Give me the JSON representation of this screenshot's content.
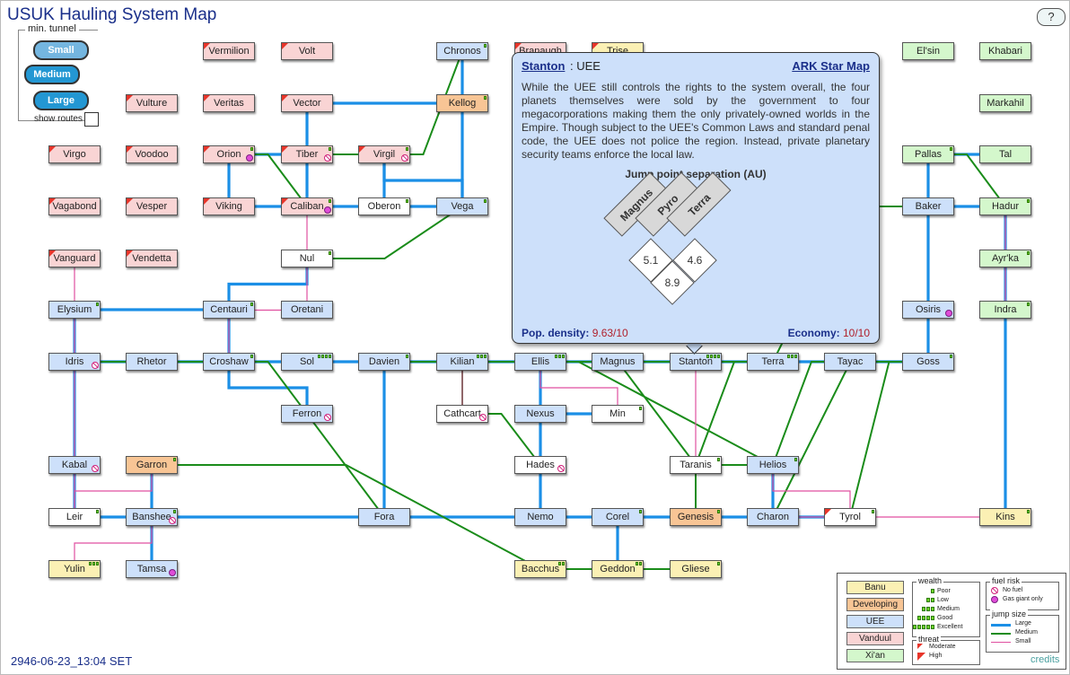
{
  "title": "USUK Hauling System Map",
  "help_label": "?",
  "tunnel": {
    "label": "min. tunnel",
    "buttons": [
      {
        "label": "Small"
      },
      {
        "label": "Medium"
      },
      {
        "label": "Large"
      }
    ],
    "show_routes": "show routes"
  },
  "date": "2946-06-23_13:04 SET",
  "credits": "credits",
  "colors": {
    "banu": "#fbf0b4",
    "developing": "#f8c595",
    "uee": "#cde0fa",
    "vanduul": "#f9d4d4",
    "xian": "#d4f7cc",
    "none": "#ffffff",
    "large": "#1b8fe6",
    "medium": "#1a8c1a",
    "small": "#e04fa0"
  },
  "systems": [
    {
      "id": "vermilion",
      "name": "Vermilion",
      "f": "vanduul",
      "t": 1
    },
    {
      "id": "volt",
      "name": "Volt",
      "f": "vanduul",
      "t": 1
    },
    {
      "id": "chronos",
      "name": "Chronos",
      "f": "uee",
      "w": 1
    },
    {
      "id": "branaugh",
      "name": "Branaugh",
      "f": "vanduul",
      "t": 1
    },
    {
      "id": "trise",
      "name": "Trise",
      "f": "banu",
      "t": 1
    },
    {
      "id": "elsin",
      "name": "El'sin",
      "f": "xian"
    },
    {
      "id": "khabari",
      "name": "Khabari",
      "f": "xian"
    },
    {
      "id": "vulture",
      "name": "Vulture",
      "f": "vanduul",
      "t": 1
    },
    {
      "id": "veritas",
      "name": "Veritas",
      "f": "vanduul",
      "t": 1
    },
    {
      "id": "vector",
      "name": "Vector",
      "f": "vanduul",
      "t": 1
    },
    {
      "id": "kellog",
      "name": "Kellog",
      "f": "developing",
      "w": 1
    },
    {
      "id": "markahil",
      "name": "Markahil",
      "f": "xian"
    },
    {
      "id": "virgo",
      "name": "Virgo",
      "f": "vanduul",
      "t": 1
    },
    {
      "id": "voodoo",
      "name": "Voodoo",
      "f": "vanduul",
      "t": 1
    },
    {
      "id": "orion",
      "name": "Orion",
      "f": "vanduul",
      "t": 1,
      "w": 1,
      "fuel": "gas"
    },
    {
      "id": "tiber",
      "name": "Tiber",
      "f": "vanduul",
      "t": 1,
      "w": 1,
      "fuel": "none"
    },
    {
      "id": "virgil",
      "name": "Virgil",
      "f": "vanduul",
      "t": 1,
      "w": 1,
      "fuel": "none"
    },
    {
      "id": "pallas",
      "name": "Pallas",
      "f": "xian",
      "w": 1
    },
    {
      "id": "tal",
      "name": "Tal",
      "f": "xian"
    },
    {
      "id": "vagabond",
      "name": "Vagabond",
      "f": "vanduul",
      "t": 1
    },
    {
      "id": "vesper",
      "name": "Vesper",
      "f": "vanduul",
      "t": 1
    },
    {
      "id": "viking",
      "name": "Viking",
      "f": "vanduul",
      "t": 1
    },
    {
      "id": "caliban",
      "name": "Caliban",
      "f": "vanduul",
      "t": 1,
      "w": 1,
      "fuel": "gas"
    },
    {
      "id": "oberon",
      "name": "Oberon",
      "f": "none",
      "w": 1
    },
    {
      "id": "vega",
      "name": "Vega",
      "f": "uee",
      "w": 1
    },
    {
      "id": "baker",
      "name": "Baker",
      "f": "uee"
    },
    {
      "id": "hadur",
      "name": "Hadur",
      "f": "xian",
      "w": 1
    },
    {
      "id": "vanguard",
      "name": "Vanguard",
      "f": "vanduul",
      "t": 1
    },
    {
      "id": "vendetta",
      "name": "Vendetta",
      "f": "vanduul",
      "t": 1
    },
    {
      "id": "nul",
      "name": "Nul",
      "f": "none",
      "w": 1
    },
    {
      "id": "ayrka",
      "name": "Ayr'ka",
      "f": "xian",
      "w": 1
    },
    {
      "id": "elysium",
      "name": "Elysium",
      "f": "uee",
      "w": 1
    },
    {
      "id": "centauri",
      "name": "Centauri",
      "f": "uee",
      "w": 1
    },
    {
      "id": "oretani",
      "name": "Oretani",
      "f": "uee"
    },
    {
      "id": "osiris",
      "name": "Osiris",
      "f": "uee",
      "fuel": "gas"
    },
    {
      "id": "indra",
      "name": "Indra",
      "f": "xian",
      "w": 1
    },
    {
      "id": "idris",
      "name": "Idris",
      "f": "uee",
      "fuel": "none"
    },
    {
      "id": "rhetor",
      "name": "Rhetor",
      "f": "uee"
    },
    {
      "id": "croshaw",
      "name": "Croshaw",
      "f": "uee",
      "w": 1
    },
    {
      "id": "sol",
      "name": "Sol",
      "f": "uee",
      "w": 4
    },
    {
      "id": "davien",
      "name": "Davien",
      "f": "uee",
      "w": 1
    },
    {
      "id": "kilian",
      "name": "Kilian",
      "f": "uee",
      "w": 3
    },
    {
      "id": "ellis",
      "name": "Ellis",
      "f": "uee",
      "w": 3
    },
    {
      "id": "magnus",
      "name": "Magnus",
      "f": "uee"
    },
    {
      "id": "stanton",
      "name": "Stanton",
      "f": "uee",
      "w": 4
    },
    {
      "id": "terra",
      "name": "Terra",
      "f": "uee",
      "w": 3
    },
    {
      "id": "tayac",
      "name": "Tayac",
      "f": "uee"
    },
    {
      "id": "goss",
      "name": "Goss",
      "f": "uee",
      "w": 1
    },
    {
      "id": "ferron",
      "name": "Ferron",
      "f": "uee",
      "fuel": "none"
    },
    {
      "id": "cathcart",
      "name": "Cathcart",
      "f": "none",
      "fuel": "none"
    },
    {
      "id": "nexus",
      "name": "Nexus",
      "f": "uee"
    },
    {
      "id": "min",
      "name": "Min",
      "f": "none",
      "w": 1
    },
    {
      "id": "kabal",
      "name": "Kabal",
      "f": "uee",
      "fuel": "none"
    },
    {
      "id": "garron",
      "name": "Garron",
      "f": "developing",
      "w": 1
    },
    {
      "id": "hades",
      "name": "Hades",
      "f": "none",
      "fuel": "none"
    },
    {
      "id": "taranis",
      "name": "Taranis",
      "f": "none",
      "w": 1
    },
    {
      "id": "helios",
      "name": "Helios",
      "f": "uee",
      "w": 1
    },
    {
      "id": "leir",
      "name": "Leir",
      "f": "none",
      "w": 1
    },
    {
      "id": "banshee",
      "name": "Banshee",
      "f": "uee",
      "w": 1,
      "fuel": "none"
    },
    {
      "id": "fora",
      "name": "Fora",
      "f": "uee"
    },
    {
      "id": "nemo",
      "name": "Nemo",
      "f": "uee"
    },
    {
      "id": "corel",
      "name": "Corel",
      "f": "uee",
      "w": 1
    },
    {
      "id": "genesis",
      "name": "Genesis",
      "f": "developing",
      "w": 1
    },
    {
      "id": "charon",
      "name": "Charon",
      "f": "uee"
    },
    {
      "id": "tyrol",
      "name": "Tyrol",
      "f": "none",
      "t": 1,
      "w": 1
    },
    {
      "id": "kins",
      "name": "Kins",
      "f": "banu",
      "w": 1
    },
    {
      "id": "yulin",
      "name": "Yulin",
      "f": "banu",
      "w": 3
    },
    {
      "id": "tamsa",
      "name": "Tamsa",
      "f": "uee",
      "fuel": "gas"
    },
    {
      "id": "bacchus",
      "name": "Bacchus",
      "f": "banu",
      "w": 2
    },
    {
      "id": "geddon",
      "name": "Geddon",
      "f": "banu",
      "w": 2
    },
    {
      "id": "gliese",
      "name": "Gliese",
      "f": "banu",
      "w": 1
    }
  ],
  "routes": [
    [
      "chronos",
      "kellog",
      "L"
    ],
    [
      "kellog",
      "vega",
      "L"
    ],
    [
      "vector",
      "tiber",
      "L"
    ],
    [
      "vector",
      "kellog",
      "L"
    ],
    [
      "orion",
      "tiber",
      "L"
    ],
    [
      "tiber",
      "caliban",
      "L"
    ],
    [
      "virgil",
      "oberon",
      "L"
    ],
    [
      "oberon",
      "vega",
      "L"
    ],
    [
      "virgil",
      "vega",
      "L"
    ],
    [
      "caliban",
      "oberon",
      "L"
    ],
    [
      "viking",
      "caliban",
      "L"
    ],
    [
      "orion",
      "viking",
      "L"
    ],
    [
      "nul",
      "centauri",
      "L"
    ],
    [
      "elysium",
      "centauri",
      "L"
    ],
    [
      "elysium",
      "idris",
      "L"
    ],
    [
      "idris",
      "rhetor",
      "L"
    ],
    [
      "rhetor",
      "croshaw",
      "L"
    ],
    [
      "croshaw",
      "sol",
      "L"
    ],
    [
      "sol",
      "davien",
      "L"
    ],
    [
      "davien",
      "kilian",
      "L"
    ],
    [
      "kilian",
      "ellis",
      "L"
    ],
    [
      "ellis",
      "magnus",
      "L"
    ],
    [
      "magnus",
      "stanton",
      "L"
    ],
    [
      "stanton",
      "terra",
      "L"
    ],
    [
      "terra",
      "tayac",
      "L"
    ],
    [
      "tayac",
      "goss",
      "L"
    ],
    [
      "centauri",
      "croshaw",
      "L"
    ],
    [
      "croshaw",
      "ferron",
      "L"
    ],
    [
      "davien",
      "fora",
      "L"
    ],
    [
      "ellis",
      "nexus",
      "L"
    ],
    [
      "nexus",
      "min",
      "L"
    ],
    [
      "nexus",
      "hades",
      "L"
    ],
    [
      "hades",
      "nemo",
      "L"
    ],
    [
      "idris",
      "leir",
      "L"
    ],
    [
      "leir",
      "banshee",
      "L"
    ],
    [
      "banshee",
      "fora",
      "L"
    ],
    [
      "fora",
      "nemo",
      "L"
    ],
    [
      "nemo",
      "corel",
      "L"
    ],
    [
      "corel",
      "genesis",
      "L"
    ],
    [
      "genesis",
      "charon",
      "L"
    ],
    [
      "charon",
      "tyrol",
      "L"
    ],
    [
      "garron",
      "banshee",
      "L"
    ],
    [
      "banshee",
      "tamsa",
      "L"
    ],
    [
      "corel",
      "geddon",
      "L"
    ],
    [
      "helios",
      "charon",
      "L"
    ],
    [
      "baker",
      "hadur",
      "L"
    ],
    [
      "pallas",
      "tal",
      "L"
    ],
    [
      "baker",
      "osiris",
      "L"
    ],
    [
      "osiris",
      "goss",
      "L"
    ],
    [
      "hadur",
      "indra",
      "L"
    ],
    [
      "kins",
      "indra",
      "L"
    ],
    [
      "pallas",
      "baker",
      "L"
    ],
    [
      "orion",
      "caliban",
      "M"
    ],
    [
      "virgil",
      "tiber",
      "M"
    ],
    [
      "nul",
      "vega",
      "M"
    ],
    [
      "davien",
      "helios",
      "M"
    ],
    [
      "idris",
      "croshaw",
      "M"
    ],
    [
      "rhetor",
      "fora",
      "M"
    ],
    [
      "kilian",
      "cathcart",
      "M"
    ],
    [
      "cathcart",
      "hades",
      "M"
    ],
    [
      "ellis",
      "taranis",
      "M"
    ],
    [
      "magnus",
      "terra",
      "M"
    ],
    [
      "goss",
      "charon",
      "M"
    ],
    [
      "goss",
      "tyrol",
      "M"
    ],
    [
      "tayac",
      "helios",
      "M"
    ],
    [
      "taranis",
      "genesis",
      "M"
    ],
    [
      "garron",
      "bacchus",
      "M"
    ],
    [
      "bacchus",
      "geddon",
      "M"
    ],
    [
      "geddon",
      "gliese",
      "M"
    ],
    [
      "taranis",
      "helios",
      "M"
    ],
    [
      "pallas",
      "hadur",
      "M"
    ],
    [
      "baker",
      "terra",
      "M"
    ],
    [
      "virgil",
      "chronos",
      "M"
    ],
    [
      "terra",
      "taranis",
      "M"
    ],
    [
      "vanguard",
      "leir",
      "S"
    ],
    [
      "hadur",
      "indra",
      "S"
    ],
    [
      "croshaw",
      "nul",
      "S"
    ],
    [
      "caliban",
      "nul",
      "S"
    ],
    [
      "kilian",
      "cathcart",
      "S"
    ],
    [
      "ellis",
      "min",
      "S"
    ],
    [
      "leir",
      "garron",
      "S"
    ],
    [
      "yulin",
      "banshee",
      "S"
    ],
    [
      "helios",
      "tyrol",
      "S"
    ],
    [
      "charon",
      "kins",
      "S"
    ],
    [
      "stanton",
      "taranis",
      "S"
    ]
  ],
  "popup": {
    "system": "Stanton",
    "government": "UEE",
    "link": "ARK Star Map",
    "description": "While the UEE still controls the rights to the system overall, the four planets themselves were sold by the government to four megacorporations making them the only privately-owned worlds in the Empire. Though subject to the UEE's Common Laws and standard penal code, the UEE does not police the region. Instead, private planetary security teams enforce the local law.",
    "jump_title": "Jump point separation (AU)",
    "jump_points": [
      "Magnus",
      "Pyro",
      "Terra"
    ],
    "separations": [
      {
        "pair": [
          "Magnus",
          "Pyro"
        ],
        "au": "5.1"
      },
      {
        "pair": [
          "Pyro",
          "Terra"
        ],
        "au": "4.6"
      },
      {
        "pair": [
          "Magnus",
          "Terra"
        ],
        "au": "8.9"
      }
    ],
    "pop_label": "Pop. density:",
    "pop_value": "9.63/10",
    "econ_label": "Economy:",
    "econ_value": "10/10"
  },
  "legend": {
    "factions": [
      {
        "label": "Banu",
        "f": "banu"
      },
      {
        "label": "Developing",
        "f": "developing"
      },
      {
        "label": "UEE",
        "f": "uee"
      },
      {
        "label": "Vanduul",
        "f": "vanduul"
      },
      {
        "label": "Xi'an",
        "f": "xian"
      }
    ],
    "wealth_title": "wealth",
    "wealth": [
      {
        "label": "Poor",
        "n": 1
      },
      {
        "label": "Low",
        "n": 2
      },
      {
        "label": "Medium",
        "n": 3
      },
      {
        "label": "Good",
        "n": 4
      },
      {
        "label": "Excellent",
        "n": 5
      }
    ],
    "threat_title": "threat",
    "threat": [
      {
        "label": "Moderate"
      },
      {
        "label": "High"
      }
    ],
    "fuel_title": "fuel risk",
    "fuel": [
      {
        "label": "No fuel",
        "kind": "none"
      },
      {
        "label": "Gas giant only",
        "kind": "gas"
      }
    ],
    "jump_title": "jump size",
    "jump": [
      {
        "label": "Large",
        "kind": "large"
      },
      {
        "label": "Medium",
        "kind": "medium"
      },
      {
        "label": "Small",
        "kind": "small"
      }
    ]
  }
}
